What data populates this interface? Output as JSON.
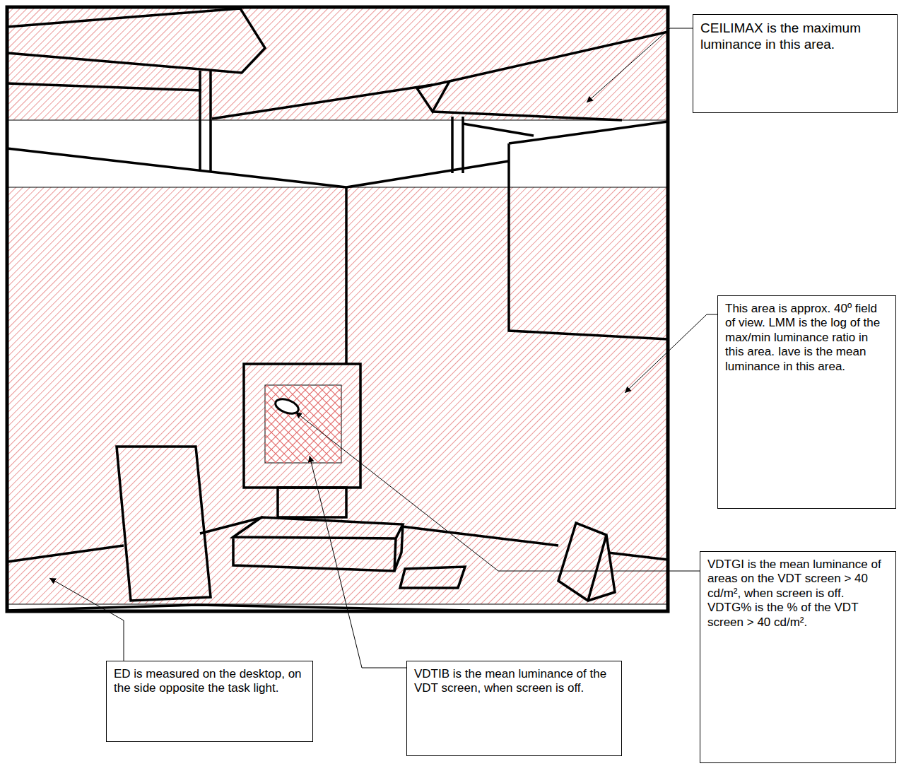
{
  "diagram": {
    "nodes": [
      {
        "text": [
          "CEILIMAX is the maximum luminance in this area."
        ]
      },
      {
        "text": [
          "This area is approx. 40º field of view. LMM is the log of the max/min luminance ratio in this area. Iave is the mean luminance in this area."
        ]
      },
      {
        "text": [
          "VDTGI is the mean luminance of areas on the VDT screen > 40 cd/m², when screen is off.",
          "VDTG% is the % of the VDT screen > 40 cd/m²."
        ]
      },
      {
        "text": [
          "ED is measured on the desktop, on the side opposite the task light."
        ]
      },
      {
        "text": [
          "VDTIB is the mean luminance of the VDT screen, when screen is off."
        ]
      }
    ]
  }
}
